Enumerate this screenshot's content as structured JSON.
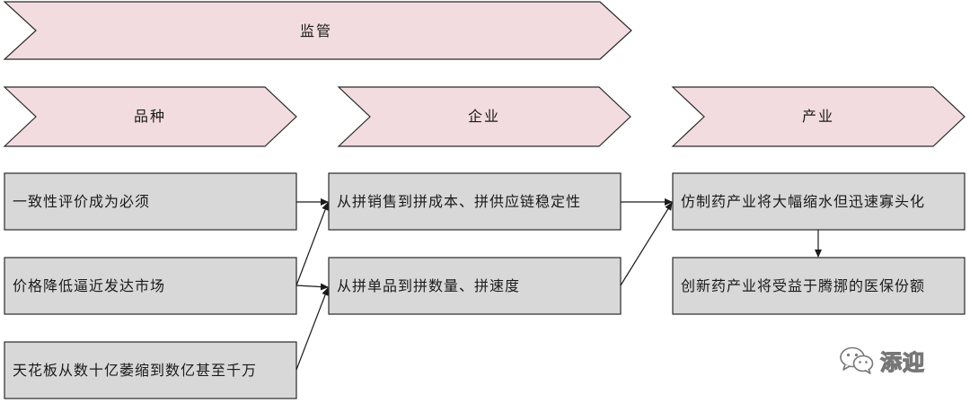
{
  "banner": {
    "label": "监管"
  },
  "categories": [
    {
      "key": "variety",
      "label": "品种"
    },
    {
      "key": "enterprise",
      "label": "企业"
    },
    {
      "key": "industry",
      "label": "产业"
    }
  ],
  "left_boxes": [
    {
      "key": "consistency",
      "text": "一致性评价成为必须"
    },
    {
      "key": "price",
      "text": "价格降低逼近发达市场"
    },
    {
      "key": "ceiling",
      "text": "天花板从数十亿萎缩到数亿甚至千万"
    }
  ],
  "middle_boxes": [
    {
      "key": "sales_to_cost",
      "text": "从拼销售到拼成本、拼供应链稳定性"
    },
    {
      "key": "product_to_quantity",
      "text": "从拼单品到拼数量、拼速度"
    }
  ],
  "right_boxes": [
    {
      "key": "generic_shrink",
      "text": "仿制药产业将大幅缩水但迅速寡头化"
    },
    {
      "key": "innovative_benefit",
      "text": "创新药产业将受益于腾挪的医保份额"
    }
  ],
  "watermark": {
    "text": "添迎",
    "icon": "wechat-icon"
  },
  "colors": {
    "chevron_fill": "#f2dcdf",
    "box_fill": "#d8d8d8",
    "stroke": "#2a2a2a",
    "text": "#1a1a1a"
  }
}
